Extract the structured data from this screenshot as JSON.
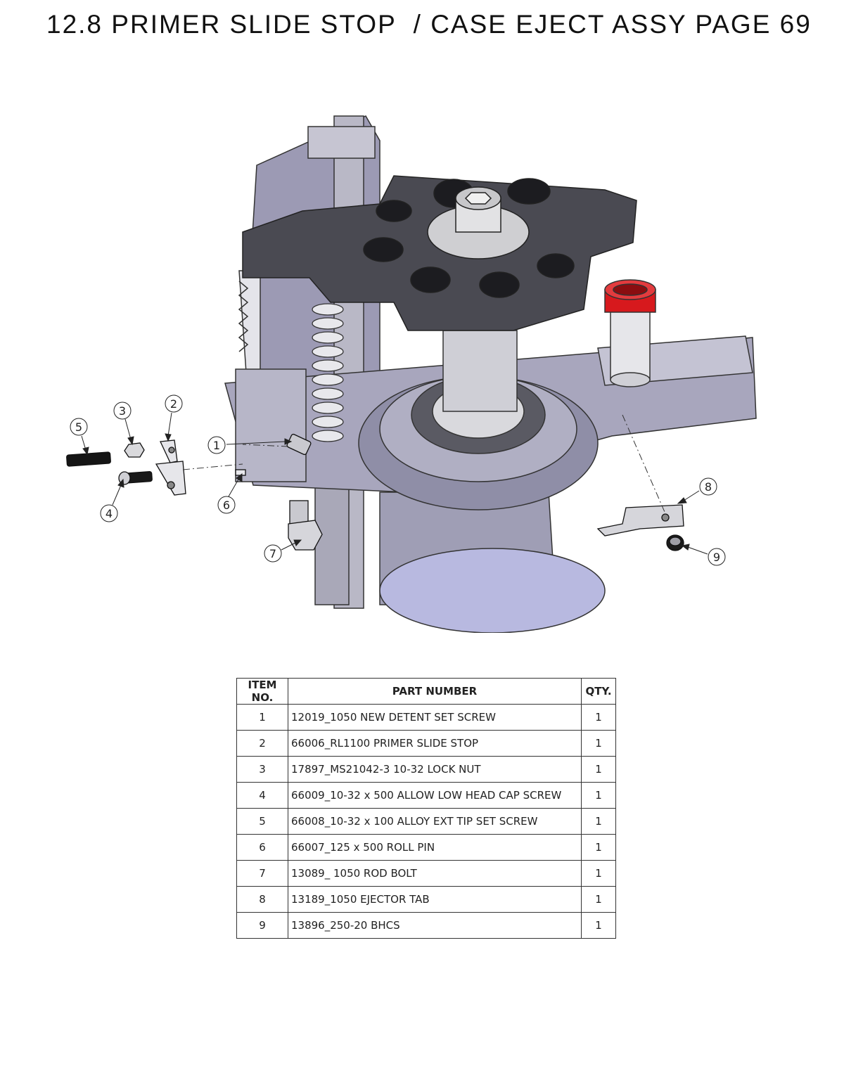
{
  "page": {
    "title": "12.8 PRIMER SLIDE STOP  / CASE EJECT ASSY PAGE 69"
  },
  "diagram": {
    "callouts": [
      "1",
      "2",
      "3",
      "4",
      "5",
      "6",
      "7",
      "8",
      "9"
    ],
    "colors": {
      "body": "#9c9ab4",
      "dark_plate": "#4a4a52",
      "highlight": "#d7191d",
      "steel": "#c8c8cc"
    }
  },
  "bom": {
    "headers": {
      "item": "ITEM NO.",
      "part": "PART NUMBER",
      "qty": "QTY."
    },
    "rows": [
      {
        "item": "1",
        "part": "12019_1050 NEW DETENT SET SCREW",
        "qty": "1"
      },
      {
        "item": "2",
        "part": "66006_RL1100 PRIMER SLIDE STOP",
        "qty": "1"
      },
      {
        "item": "3",
        "part": "17897_MS21042-3 10-32 LOCK NUT",
        "qty": "1"
      },
      {
        "item": "4",
        "part": "66009_10-32 x 500 ALLOW LOW HEAD CAP SCREW",
        "qty": "1"
      },
      {
        "item": "5",
        "part": "66008_10-32 x 100 ALLOY EXT TIP SET SCREW",
        "qty": "1"
      },
      {
        "item": "6",
        "part": "66007_125 x 500 ROLL PIN",
        "qty": "1"
      },
      {
        "item": "7",
        "part": "13089_ 1050 ROD BOLT",
        "qty": "1"
      },
      {
        "item": "8",
        "part": "13189_1050 EJECTOR TAB",
        "qty": "1"
      },
      {
        "item": "9",
        "part": "13896_250-20 BHCS",
        "qty": "1"
      }
    ]
  }
}
